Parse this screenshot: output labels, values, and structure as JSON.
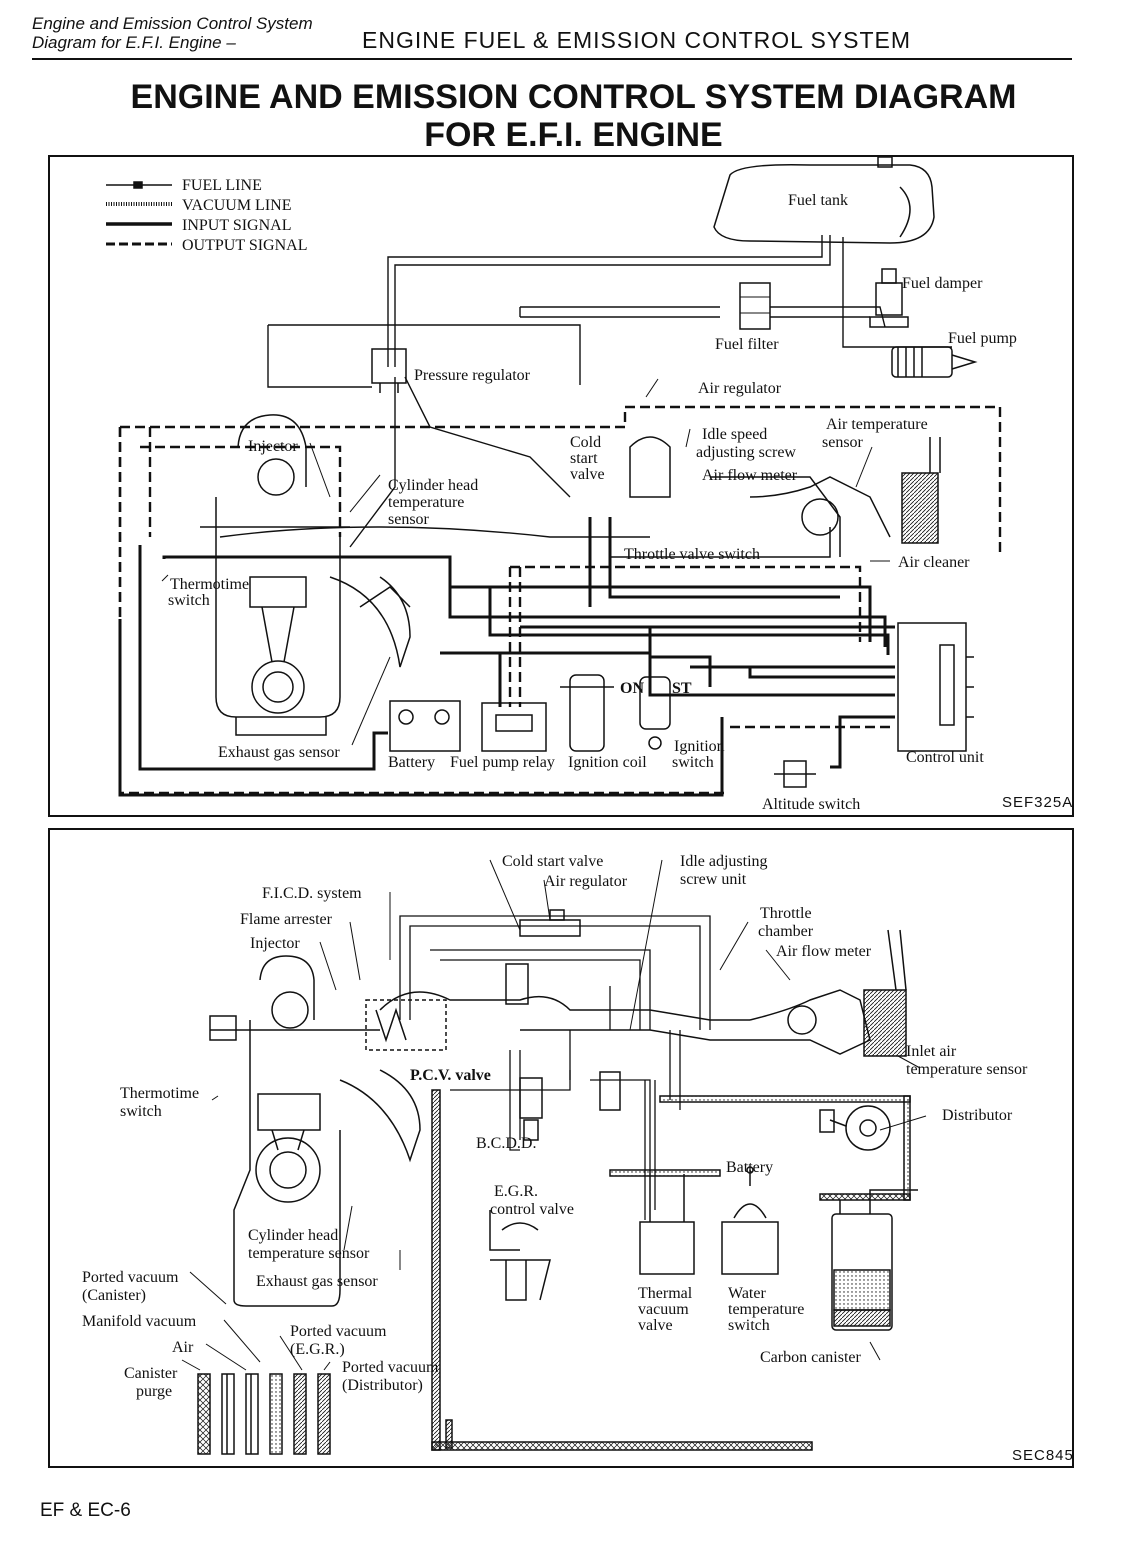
{
  "header": {
    "section_line1": "Engine and Emission Control System",
    "section_line2": "Diagram for E.F.I. Engine –",
    "chapter": "ENGINE FUEL & EMISSION CONTROL SYSTEM"
  },
  "title": {
    "line1": "ENGINE AND EMISSION CONTROL SYSTEM DIAGRAM",
    "line2": "FOR E.F.I. ENGINE"
  },
  "diagram1": {
    "code": "SEF325A",
    "legend": [
      "FUEL LINE",
      "VACUUM LINE",
      "INPUT SIGNAL",
      "OUTPUT SIGNAL"
    ],
    "labels": {
      "fuel_tank": "Fuel tank",
      "fuel_damper": "Fuel damper",
      "fuel_pump": "Fuel pump",
      "fuel_filter": "Fuel filter",
      "pressure_regulator": "Pressure regulator",
      "air_regulator": "Air regulator",
      "air_temperature": "Air temperature",
      "sensor": "sensor",
      "injector": "Injector",
      "cold": "Cold",
      "start": "start",
      "valve": "valve",
      "idle_speed": "Idle speed",
      "adjusting_screw": "adjusting screw",
      "air_flow_meter": "Air flow meter",
      "cylinder_head": "Cylinder head",
      "temperature": "temperature",
      "sensor2": "sensor",
      "throttle_valve_switch": "Throttle valve switch",
      "air_cleaner": "Air cleaner",
      "thermotime": "Thermotime",
      "switch": "switch",
      "on": "ON",
      "st": "ST",
      "ignition": "Ignition",
      "switch2": "switch",
      "exhaust_gas_sensor": "Exhaust gas sensor",
      "battery": "Battery",
      "fuel_pump_relay": "Fuel pump relay",
      "ignition_coil": "Ignition coil",
      "control_unit": "Control unit",
      "altitude_switch": "Altitude switch"
    }
  },
  "diagram2": {
    "code": "SEC845",
    "labels": {
      "cold_start_valve": "Cold start valve",
      "air_regulator": "Air regulator",
      "idle_adjusting": "Idle adjusting",
      "screw_unit": "screw unit",
      "ficd_system": "F.I.C.D. system",
      "flame_arrester": "Flame arrester",
      "injector": "Injector",
      "throttle": "Throttle",
      "chamber": "chamber",
      "air_flow_meter": "Air flow meter",
      "inlet_air": "Inlet air",
      "temperature_sensor": "temperature sensor",
      "pcv_valve": "P.C.V. valve",
      "thermotime": "Thermotime",
      "switch": "switch",
      "distributor": "Distributor",
      "bcdd": "B.C.D.D.",
      "battery": "Battery",
      "egr": "E.G.R.",
      "control_valve": "control valve",
      "cylinder_head": "Cylinder head",
      "temperature_sensor2": "temperature sensor",
      "ported_vacuum_canister": "Ported vacuum",
      "canister_paren": "(Canister)",
      "exhaust_gas_sensor": "Exhaust gas sensor",
      "thermal": "Thermal",
      "vacuum": "vacuum",
      "valve": "valve",
      "water": "Water",
      "temperature2": "temperature",
      "switch2": "switch",
      "manifold_vacuum": "Manifold vacuum",
      "ported_vacuum_egr": "Ported vacuum",
      "egr_paren": "(E.G.R.)",
      "air": "Air",
      "carbon_canister": "Carbon canister",
      "ported_vacuum_dist": "Ported vacuum",
      "distributor_paren": "(Distributor)",
      "canister": "Canister",
      "purge": "purge"
    }
  },
  "footer": {
    "page": "EF & EC-6"
  }
}
